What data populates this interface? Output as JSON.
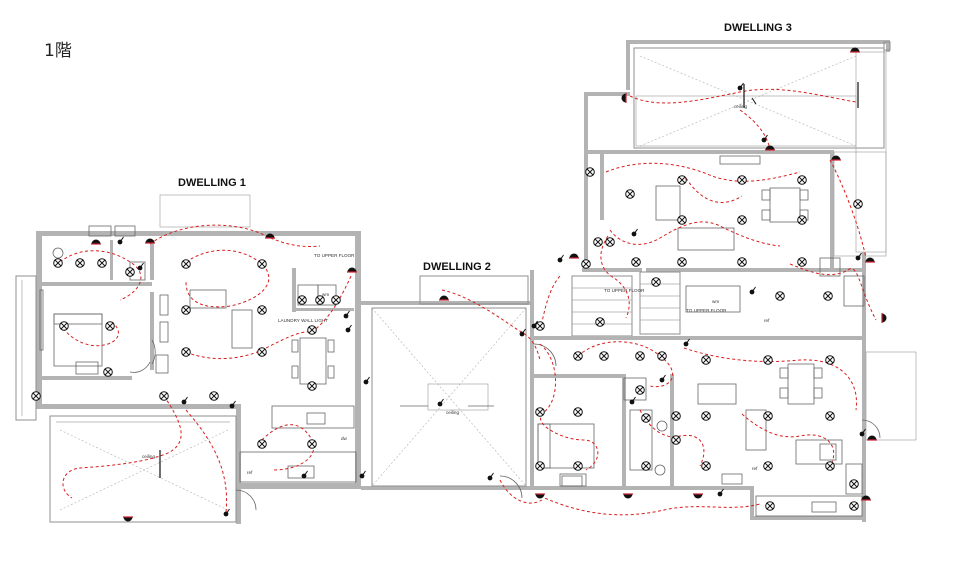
{
  "floor_label": "1階",
  "dwellings": {
    "d1": "DWELLING 1",
    "d2": "DWELLING 2",
    "d3": "DWELLING 3"
  },
  "notes": {
    "to_upper_floor": "TO UPPER FLOOR",
    "laundry_wall_light": "LAUNDRY WALL LIGHT",
    "ceiling": "ceiling",
    "dw": "dw",
    "ref": "ref",
    "wm": "wm"
  },
  "colors": {
    "wall": "#b3b3b3",
    "wiring": "#d81e1e",
    "fixture": "#222222"
  },
  "icons": [
    "ceiling-light-icon",
    "wall-light-icon",
    "switch-icon",
    "downlight-icon"
  ]
}
